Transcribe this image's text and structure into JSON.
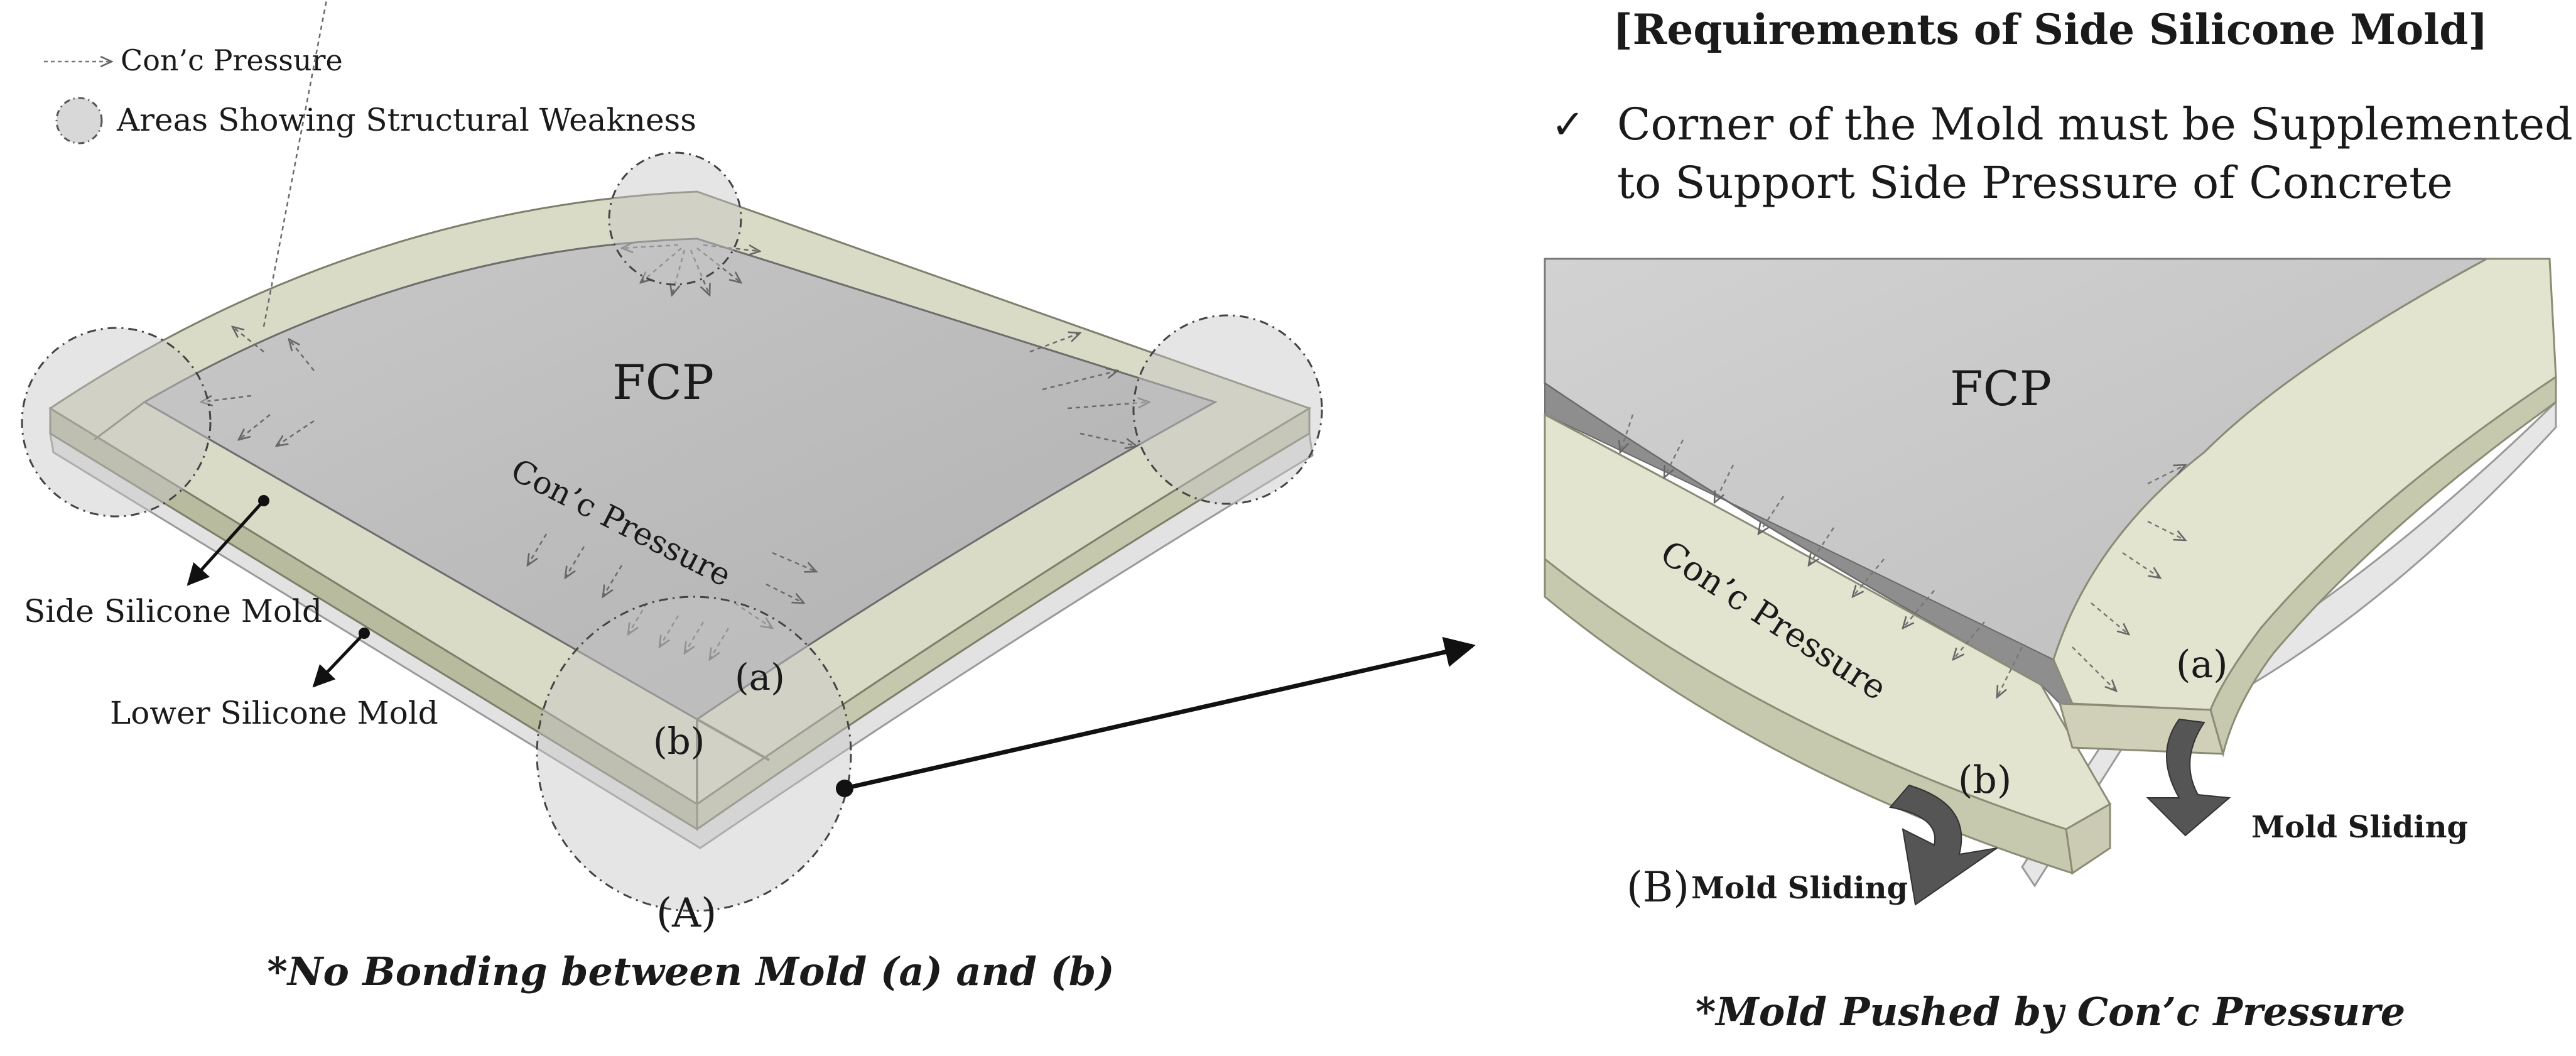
{
  "legend": {
    "pressure_label": "Con’c Pressure",
    "weakness_label": "Areas Showing Structural Weakness"
  },
  "left_panel": {
    "fcp_label": "FCP",
    "pressure_label": "Con’c Pressure",
    "side_mold_label": "Side Silicone Mold",
    "lower_mold_label": "Lower Silicone Mold",
    "corner_a_label": "(a)",
    "corner_b_label": "(b)",
    "callout_label": "(A)",
    "caption": "*No Bonding between Mold (a) and (b)"
  },
  "right_panel": {
    "title": "[Requirements of Side Silicone Mold]",
    "check_mark": "✓",
    "requirement_line1": "Corner of the Mold must be Supplemented",
    "requirement_line2": "to Support Side Pressure of Concrete",
    "fcp_label": "FCP",
    "pressure_label": "Con’c Pressure",
    "corner_a_label": "(a)",
    "corner_b_label": "(b)",
    "callout_label": "(B)",
    "sliding_label_left": "Mold Sliding",
    "sliding_label_right": "Mold Sliding",
    "caption": "*Mold Pushed by Con’c Pressure"
  },
  "colors": {
    "concrete": "#bdbdbd",
    "concrete_dark": "#8f8f8f",
    "mold_top": "#d9dac4",
    "mold_side": "#bdbfa3",
    "lower_mold": "#e6e6e6",
    "weak_zone": "#c8c8c8",
    "arrow": "#333333"
  }
}
